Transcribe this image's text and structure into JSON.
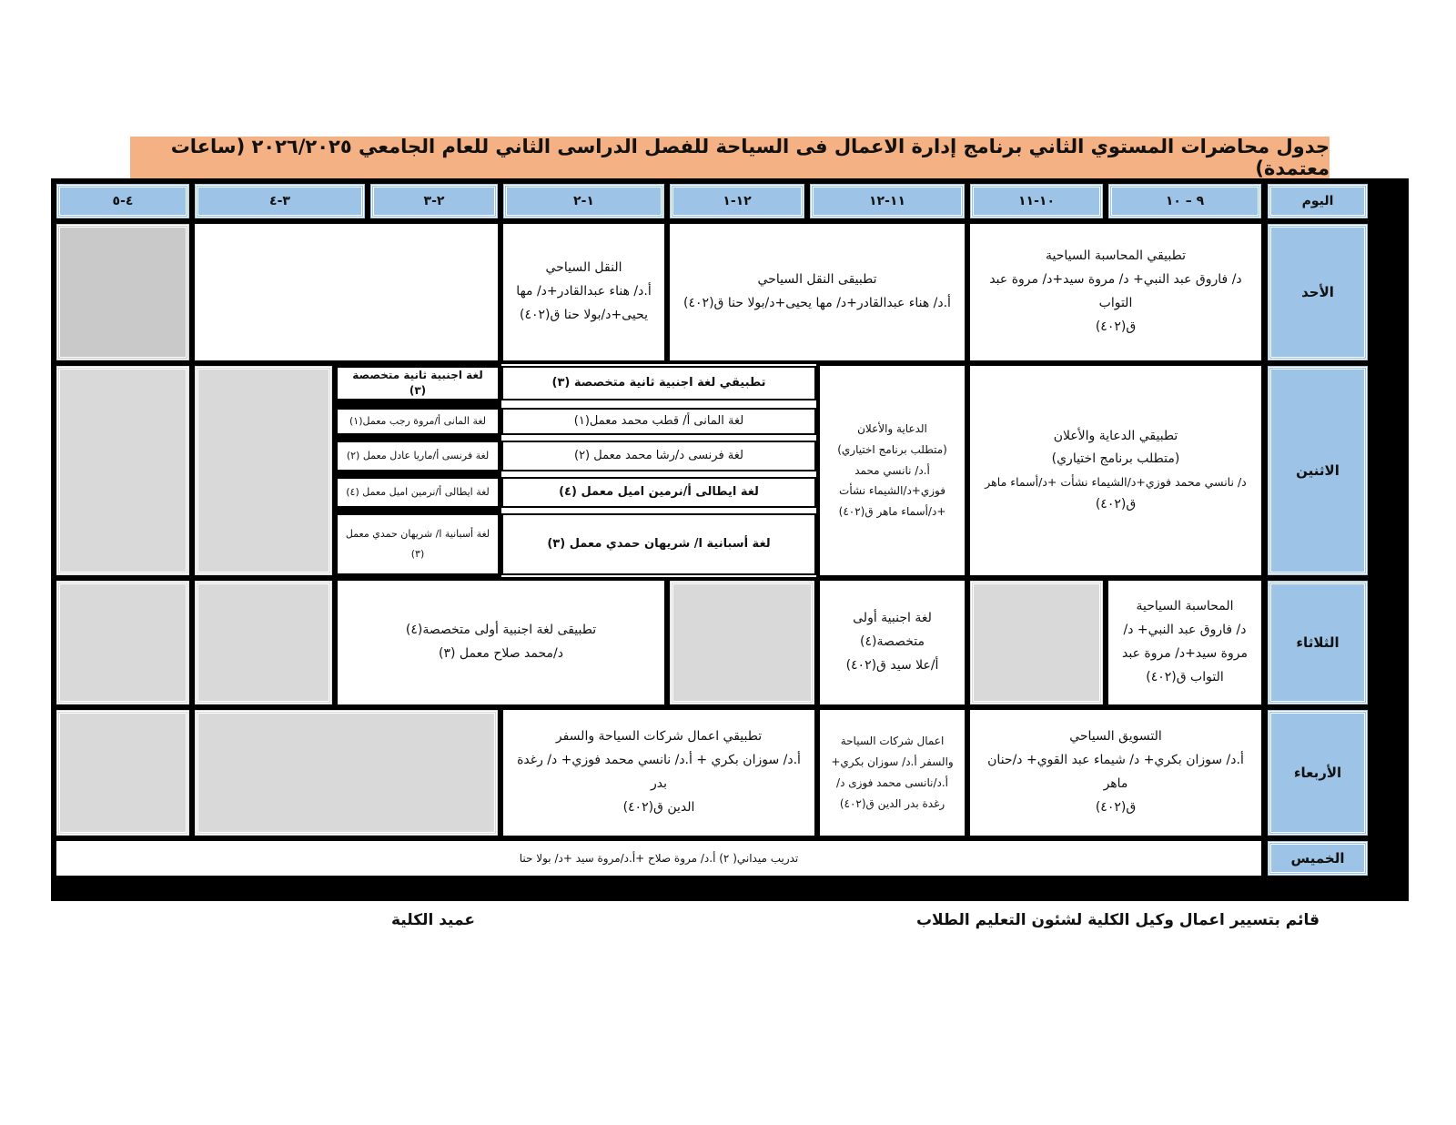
{
  "title": "جدول محاضرات المستوي الثاني برنامج إدارة الاعمال فى السياحة للفصل الدراسى الثاني للعام الجامعي ٢٠٢٦/٢٠٢٥ (ساعات معتمدة)",
  "headers": {
    "day": "اليوم",
    "t1": "٩ – ١٠",
    "t2": "١٠-١١",
    "t3": "١١-١٢",
    "t4": "١٢-١",
    "t5": "١-٢",
    "t6": "٢-٣",
    "t7": "٣-٤",
    "t8": "٤-٥"
  },
  "days": {
    "sun": "الأحد",
    "mon": "الاثنين",
    "tue": "الثلاثاء",
    "wed": "الأربعاء",
    "thu": "الخميس"
  },
  "sunday": {
    "acc_app": [
      "تطبيقي المحاسبة السياحية",
      "د/ فاروق عبد النبي+ د/ مروة سيد+د/ مروة عبد التواب",
      "ق(٤٠٢)"
    ],
    "transport_app": [
      "تطبيقى النقل السياحي",
      "أ.د/ هناء عبدالقادر+د/ مها يحيى+د/بولا حنا ق(٤٠٢)"
    ],
    "transport": [
      "النقل السياحي",
      "أ.د/ هناء عبدالقادر+د/ مها",
      "يحيى+د/بولا حنا ق(٤٠٢)"
    ]
  },
  "monday": {
    "adv_app": [
      "تطبيقي الدعاية والأعلان",
      "(متطلب برنامج اختياري)",
      "د/ نانسي محمد فوزي+د/الشيماء نشأت +د/أسماء ماهر",
      "ق(٤٠٢)"
    ],
    "adv": [
      "الدعاية والأعلان",
      "(متطلب برنامج اختياري)",
      "أ.د/ نانسي محمد",
      "فوزي+د/الشيماء نشأت",
      "+د/أسماء ماهر ق(٤٠٢)"
    ],
    "lang_app_title": "تطبيقي لغة اجنبية ثانية متخصصة (٣)",
    "lang_app_rows": [
      "لغة المانى أ/ قطب محمد معمل(١)",
      "لغة فرنسى د/رشا محمد معمل (٢)",
      "لغة ايطالى أ/نرمين اميل معمل (٤)",
      "لغة أسبانية ا/ شريهان حمدي معمل (٣)"
    ],
    "lang_title": "لغة اجنبية ثانية متخصصة (٣)",
    "lang_rows": [
      "لغة المانى أ/مروة رجب معمل(١)",
      "لغة فرنسى أ/ماريا عادل معمل (٢)",
      "لغة ايطالى أ/نرمين اميل معمل (٤)",
      "لغة أسبانية ا/ شريهان حمدي معمل (٣)"
    ]
  },
  "tuesday": {
    "acc": [
      "المحاسبة السياحية",
      "د/ فاروق عبد النبي+ د/",
      "مروة سيد+د/ مروة عبد",
      "التواب ق(٤٠٢)"
    ],
    "lang1": [
      "لغة اجنبية أولى",
      "متخصصة(٤)",
      "أ/علا سيد ق(٤٠٢)"
    ],
    "lang1_app": [
      "تطبيقى لغة اجنبية أولى متخصصة(٤)",
      "د/محمد صلاح معمل (٣)"
    ]
  },
  "wednesday": {
    "marketing": [
      "التسويق السياحي",
      "أ.د/ سوزان بكري+ د/ شيماء عبد القوي+ د/حنان ماهر",
      "ق(٤٠٢)"
    ],
    "companies": [
      "اعمال شركات السياحة",
      "والسفر أ.د/ سوزان بكري+",
      "أ.د/نانسى محمد فوزى د/",
      "رغدة بدر الدين ق(٤٠٢)"
    ],
    "companies_app": [
      "تطبيقي اعمال شركات السياحة والسفر",
      "أ.د/ سوزان بكري + أ.د/ نانسي محمد فوزي+ د/ رغدة بدر",
      "الدين ق(٤٠٢)"
    ]
  },
  "thursday": {
    "training": "تدريب ميداني( ٢) أ.د/ مروة صلاح +أ.د/مروة سيد +د/ بولا حنا"
  },
  "footer": {
    "vice_dean": "قائم بتسيير اعمال وكيل الكلية لشئون التعليم الطلاب",
    "dean": "عميد الكلية"
  }
}
